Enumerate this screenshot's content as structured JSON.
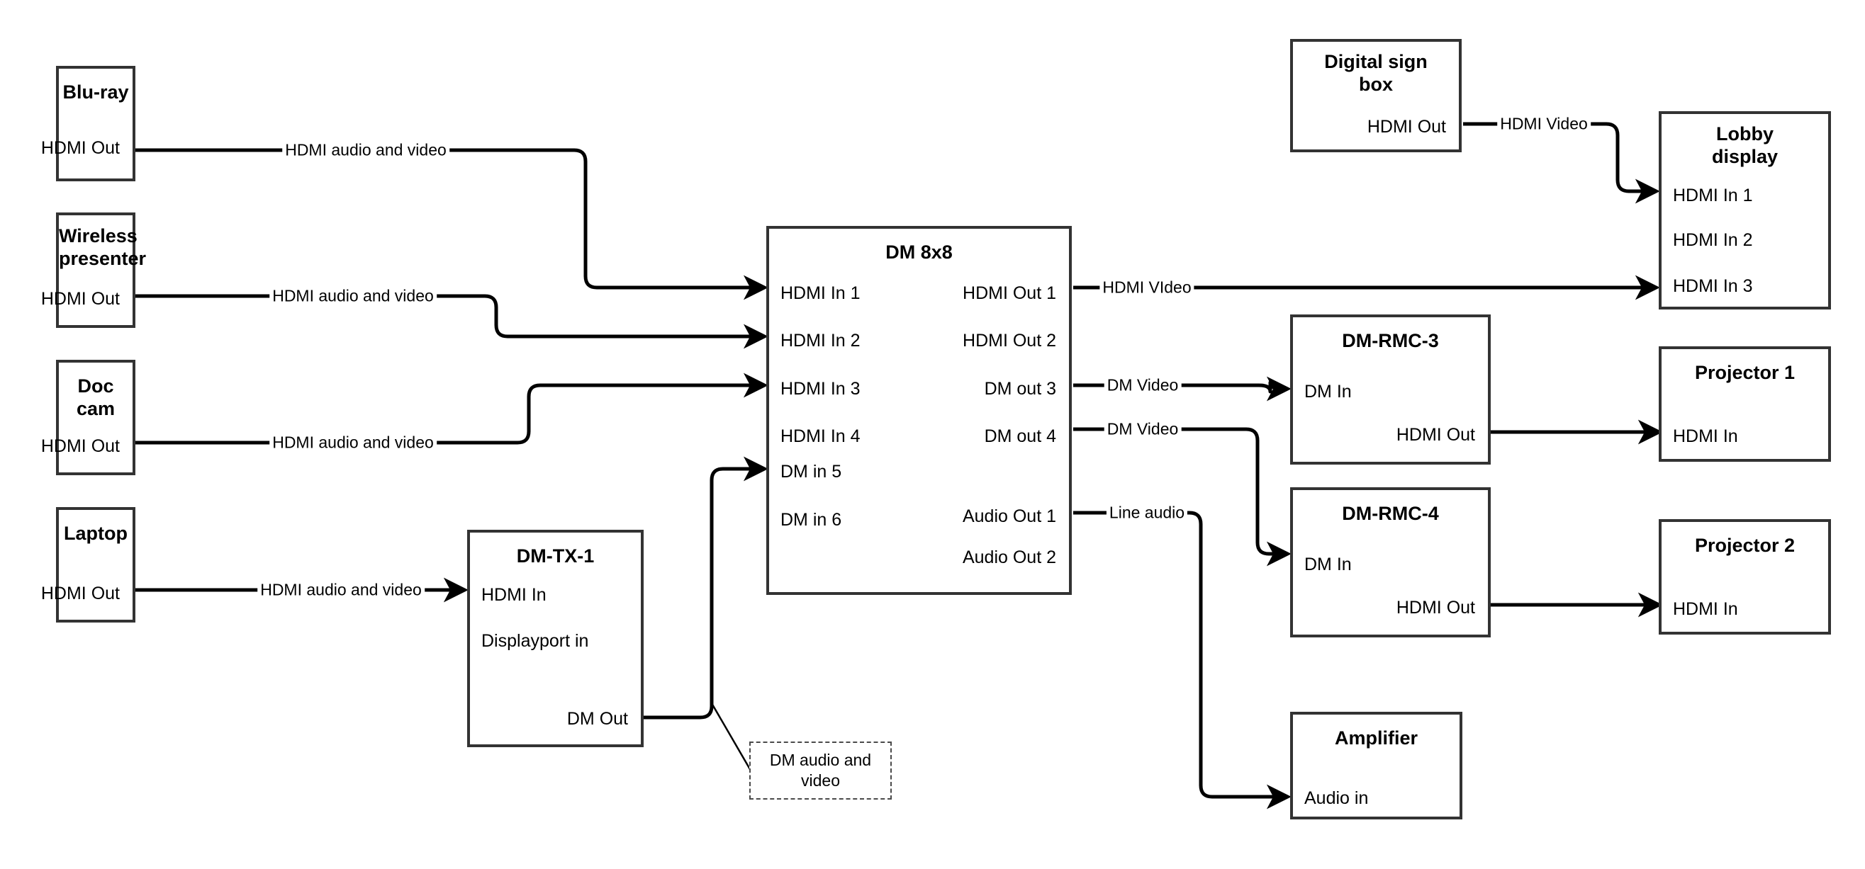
{
  "diagram": {
    "title": "AV signal flow diagram",
    "line_color": "#000000",
    "box_border_color": "#333333",
    "background": "#ffffff"
  },
  "nodes": {
    "bluray": {
      "title": "Blu-ray",
      "ports": [
        "HDMI Out"
      ]
    },
    "wireless": {
      "title": "Wireless\npresenter",
      "title_line1": "Wireless",
      "title_line2": "presenter",
      "ports": [
        "HDMI Out"
      ]
    },
    "doccam": {
      "title": "Doc cam",
      "ports": [
        "HDMI Out"
      ]
    },
    "laptop": {
      "title": "Laptop",
      "ports": [
        "HDMI Out"
      ]
    },
    "dmtx1": {
      "title": "DM-TX-1",
      "in1": "HDMI In",
      "in2": "Displayport in",
      "out1": "DM Out"
    },
    "dm8x8": {
      "title": "DM 8x8",
      "inputs": [
        "HDMI In 1",
        "HDMI In 2",
        "HDMI In 3",
        "HDMI In 4",
        "DM in 5",
        "DM in 6"
      ],
      "outputs": [
        "HDMI Out 1",
        "HDMI Out 2",
        "DM out 3",
        "DM out 4",
        "Audio Out 1",
        "Audio Out 2"
      ]
    },
    "digitalsign": {
      "title_line1": "Digital sign",
      "title_line2": "box",
      "port_out": "HDMI Out"
    },
    "lobby": {
      "title_line1": "Lobby",
      "title_line2": "display",
      "inputs": [
        "HDMI In 1",
        "HDMI In 2",
        "HDMI In 3"
      ]
    },
    "dmrmc3": {
      "title": "DM-RMC-3",
      "in1": "DM In",
      "out1": "HDMI Out"
    },
    "dmrmc4": {
      "title": "DM-RMC-4",
      "in1": "DM In",
      "out1": "HDMI Out"
    },
    "projector1": {
      "title": "Projector 1",
      "in1": "HDMI In"
    },
    "projector2": {
      "title": "Projector 2",
      "in1": "HDMI In"
    },
    "amplifier": {
      "title": "Amplifier",
      "in1": "Audio in"
    }
  },
  "callouts": {
    "dm_av": "DM audio and video"
  },
  "wire_labels": {
    "bluray_to_in1": "HDMI audio and video",
    "wireless_to_in2": "HDMI audio and video",
    "doccam_to_in3": "HDMI audio and video",
    "laptop_to_tx": "HDMI audio and video",
    "sign_to_lobby": "HDMI Video",
    "hdmiout1_lobby": "HDMI VIdeo",
    "dmout3_rmc3": "DM Video",
    "dmout4_rmc4": "DM Video",
    "audioout1_amp": "Line audio"
  }
}
